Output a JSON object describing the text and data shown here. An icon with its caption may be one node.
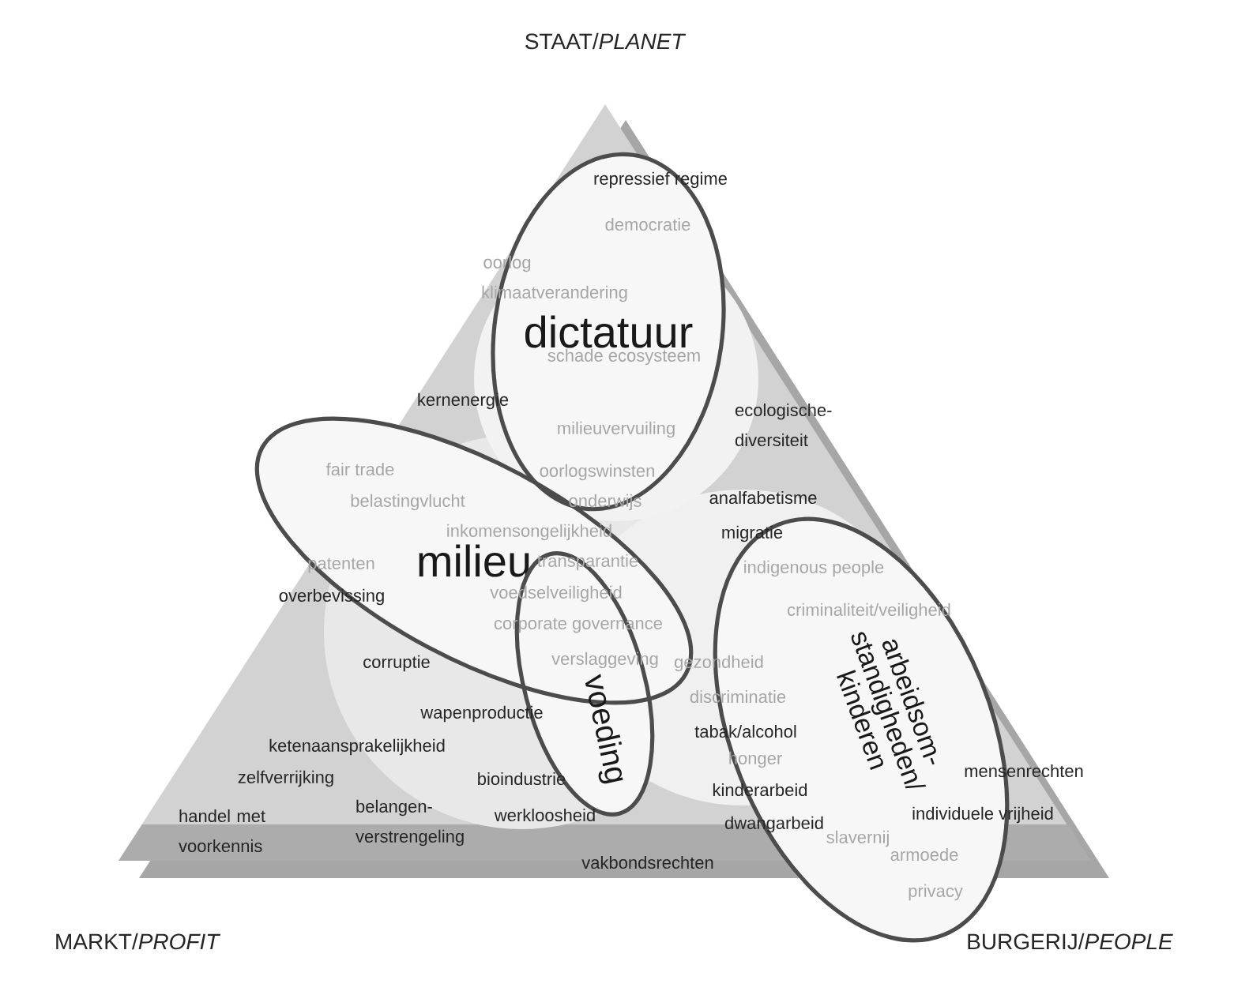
{
  "diagram": {
    "nodes": [
      {
        "text": [
          "dictatuur"
        ]
      },
      {
        "text": [
          "milieu"
        ]
      },
      {
        "text": [
          "voeding"
        ]
      },
      {
        "text": [
          "arbeidsom- standigheden/ kinderen"
        ]
      }
    ],
    "labels": [
      "STAAT/*PLANET*",
      "repressief regime",
      "democratie",
      "oorlog",
      "klimaatverandering",
      "schade ecosysteem",
      "kernenergie",
      "ecologische- diversiteit",
      "milieuvervuiling",
      "fair trade",
      "oorlogswinsten",
      "belastingvlucht",
      "analfabetisme",
      "onderwijs",
      "inkomensongelijkheid",
      "migratie",
      "patenten",
      "transparantie",
      "indigenous people",
      "overbevissing",
      "voedselveiligheid",
      "criminaliteit/veiligheid",
      "corporate governance",
      "corruptie",
      "verslaggeving",
      "gezondheid",
      "discriminatie",
      "wapenproductie",
      "tabak/alcohol",
      "armoede",
      "ketenaansprakelijkheid",
      "honger",
      "privacy",
      "mensenrechten",
      "zelfverrijking",
      "bioindustrie",
      "kinderarbeid",
      "individuele vrijheid",
      "handel met voorkennis",
      "belangen- verstrengeling",
      "werkloosheid",
      "dwangarbeid",
      "slavernij",
      "vakbondsrechten",
      "MARKT/*PROFIT*",
      "BURGERIJ/*PEOPLE*"
    ]
  }
}
